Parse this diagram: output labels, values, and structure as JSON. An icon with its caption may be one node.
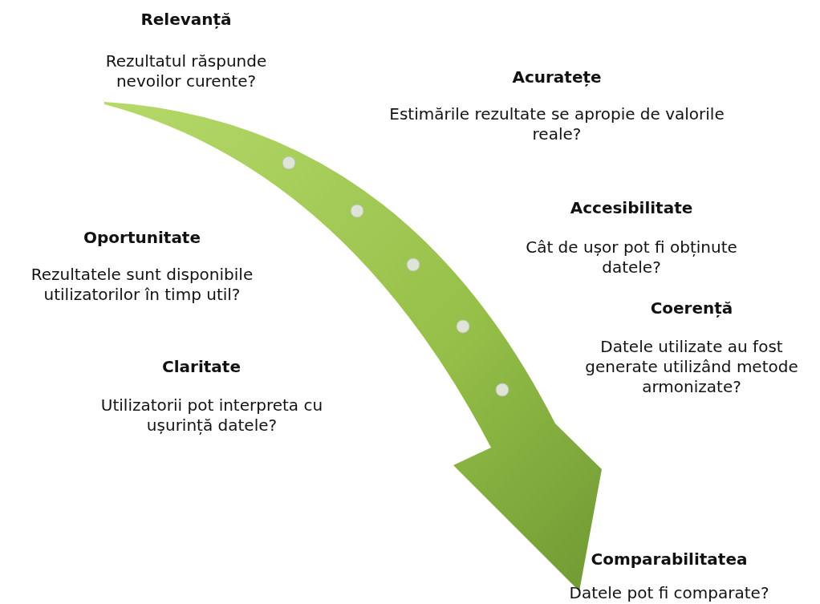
{
  "diagram": {
    "labels": [
      "Relevanță",
      "Rezultatul răspunde nevoilor curente?",
      "Acuratețe",
      "Estimările rezultate se apropie de valorile reale?",
      "Accesibilitate",
      "Cât de ușor pot fi obținute datele?",
      "Oportunitate",
      "Rezultatele sunt disponibile utilizatorilor în timp util?",
      "Coerență",
      "Datele utilizate au fost generate utilizând metode armonizate?",
      "Claritate",
      "Utilizatorii pot interpreta cu ușurință datele?",
      "Comparabilitatea",
      "Datele pot fi comparate?"
    ]
  }
}
